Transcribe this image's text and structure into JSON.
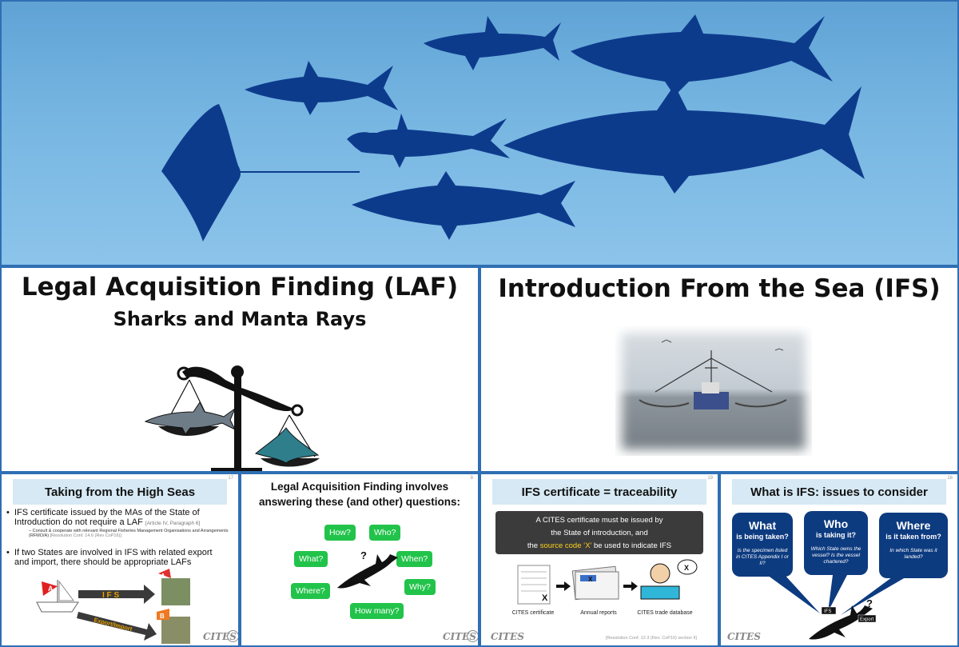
{
  "colors": {
    "banner": "#6aaedc",
    "silhouette": "#0d3b8c",
    "frame": "#2f6fb3",
    "green": "#22c34a",
    "bubble": "#0d3b80",
    "highlight": "#ffd11a"
  },
  "laf_slide": {
    "title": "Legal Acquisition Finding (LAF)",
    "subtitle": "Sharks and Manta Rays"
  },
  "ifs_slide": {
    "title": "Introduction From the Sea (IFS)"
  },
  "high_seas": {
    "title": "Taking from the High Seas",
    "bullet1": "IFS certificate issued by the MAs of the State of Introduction do not require a LAF",
    "bullet1_ref": "[Article IV, Paragraph 6]",
    "sub1": "Consult & cooperate with relevant Regional Fisheries Management Organisations and Arrangements (RFMO/A)",
    "sub1_ref": "[Resolution Conf. 14.6 (Rev CoP16)]",
    "bullet2": "If two States are involved in IFS with related export and import, there should be appropriate LAFs",
    "flag_a": "A",
    "flag_b": "B",
    "arrow1": "I F S",
    "arrow2": "Export/Import",
    "logo": "CITES"
  },
  "questions": {
    "title": "Legal Acquisition Finding involves answering these (and other) questions:",
    "buttons": [
      "How?",
      "Who?",
      "What?",
      "When?",
      "Where?",
      "Why?",
      "How many?"
    ],
    "mark": "?",
    "logo": "CITES"
  },
  "traceability": {
    "title": "IFS certificate = traceability",
    "line1": "A CITES certificate must be issued by",
    "line2": "the State of introduction, and",
    "line3_pre": "the",
    "line3_hl": "source code ‘X’",
    "line3_post": "be used to indicate IFS",
    "captions": [
      "CITES certificate",
      "Annual reports",
      "CITES trade database"
    ],
    "x_mark": "X",
    "footer": "[Resolution Conf. 12.3 (Rev. CoP16) section II]",
    "logo": "CITES"
  },
  "issues": {
    "title": "What is IFS: issues to consider",
    "bubbles": [
      {
        "q": "What",
        "q2": "is being taken?",
        "d": "Is the specimen listed in CITES Appendix I or II?"
      },
      {
        "q": "Who",
        "q2": "is taking it?",
        "d": "Which State owns the vessel? Is the vessel chartered?"
      },
      {
        "q": "Where",
        "q2": "is it taken from?",
        "d": "In which State was it landed?"
      }
    ],
    "tag1": "IFS",
    "tag2": "Export",
    "mark": "?",
    "logo": "CITES"
  }
}
